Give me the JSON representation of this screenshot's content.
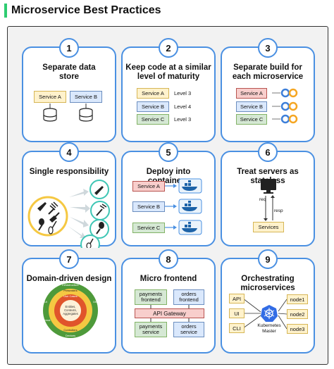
{
  "page": {
    "title": "Microservice Best Practices"
  },
  "cards": [
    {
      "num": "1",
      "title": "Separate data store",
      "services": [
        "Service A",
        "Service B"
      ]
    },
    {
      "num": "2",
      "title": "Keep code at a similar level of maturity",
      "rows": [
        {
          "service": "Service A",
          "level": "Level 3"
        },
        {
          "service": "Service B",
          "level": "Level 4"
        },
        {
          "service": "Service C",
          "level": "Level 3"
        }
      ]
    },
    {
      "num": "3",
      "title": "Separate build for each microservice",
      "services": [
        "Service A",
        "Service B",
        "Service C"
      ]
    },
    {
      "num": "4",
      "title": "Single responsibility"
    },
    {
      "num": "5",
      "title": "Deploy into containers",
      "services": [
        "Service A",
        "Service B",
        "Service C"
      ]
    },
    {
      "num": "6",
      "title": "Treat servers as stateless",
      "req": "req",
      "resp": "resp",
      "services": "Services"
    },
    {
      "num": "7",
      "title": "Domain-driven design",
      "rings": {
        "outer": "Infrastructure",
        "presenters": "Presenters",
        "use_cases": "Use Cases",
        "core": [
          "Entities,",
          "Contexts,",
          "Aggregates"
        ],
        "controllers": "Controllers",
        "devices": "Devices",
        "ui": "UI",
        "db": "DB",
        "external": "External"
      }
    },
    {
      "num": "8",
      "title": "Micro frontend",
      "payments_frontend": [
        "payments",
        "frontend"
      ],
      "orders_frontend": [
        "orders",
        "frontend"
      ],
      "gateway": "API Gateway",
      "payments_service": [
        "payments",
        "service"
      ],
      "orders_service": [
        "orders",
        "service"
      ]
    },
    {
      "num": "9",
      "title": "Orchestrating microservices",
      "clients": [
        "API",
        "UI",
        "CLI"
      ],
      "master": [
        "Kubernetes",
        "Master"
      ],
      "nodes": [
        "node1",
        "node2",
        "node3"
      ]
    }
  ],
  "colors": {
    "card_border": "#4a90e2",
    "accent": "#2ecc71",
    "board_bg": "#f2f2f2"
  }
}
